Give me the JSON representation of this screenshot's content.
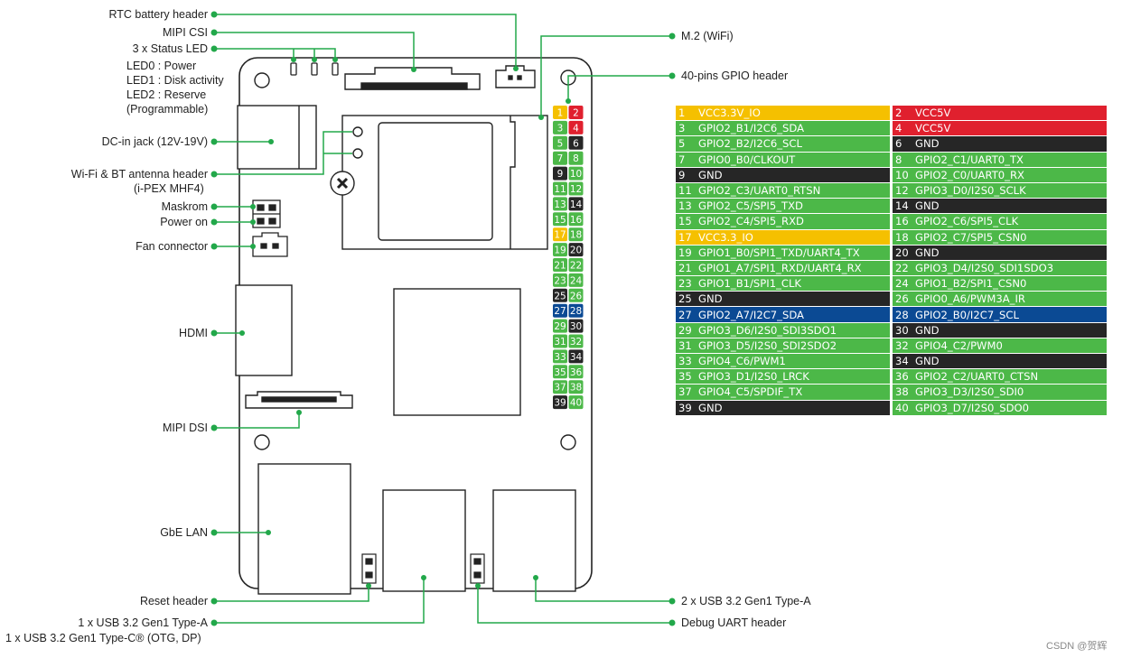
{
  "labels": {
    "rtc": "RTC battery header",
    "mipi_csi": "MIPI CSI",
    "status_led": [
      "3 x Status LED",
      "LED0 : Power",
      "LED1 : Disk activity",
      "LED2 : Reserve",
      "(Programmable)"
    ],
    "dc_in": "DC-in jack (12V-19V)",
    "antenna": [
      "Wi-Fi & BT antenna header",
      "(i-PEX MHF4)"
    ],
    "maskrom": "Maskrom",
    "power_on": "Power on",
    "fan": "Fan connector",
    "hdmi": "HDMI",
    "mipi_dsi": "MIPI DSI",
    "gbe": "GbE LAN",
    "reset": "Reset header",
    "usb_c": [
      "1 x USB 3.2 Gen1 Type-A",
      "1 x USB 3.2 Gen1 Type-C® (OTG, DP)"
    ],
    "m2": "M.2 (WiFi)",
    "gpio_header": "40-pins GPIO header",
    "usb_a2": "2 x USB 3.2 Gen1 Type-A",
    "debug_uart": "Debug UART header"
  },
  "colors": {
    "power33": "#f5c000",
    "power5": "#e0202e",
    "gnd": "#262626",
    "gpio": "#4cb848",
    "i2c7": "#0b4a94",
    "line": "#22a84a"
  },
  "pins": [
    {
      "num": "1",
      "name": "VCC3.3V_IO",
      "type": "power33"
    },
    {
      "num": "2",
      "name": "VCC5V",
      "type": "power5"
    },
    {
      "num": "3",
      "name": "GPIO2_B1/I2C6_SDA",
      "type": "gpio"
    },
    {
      "num": "4",
      "name": "VCC5V",
      "type": "power5"
    },
    {
      "num": "5",
      "name": "GPIO2_B2/I2C6_SCL",
      "type": "gpio"
    },
    {
      "num": "6",
      "name": "GND",
      "type": "gnd"
    },
    {
      "num": "7",
      "name": "GPIO0_B0/CLKOUT",
      "type": "gpio"
    },
    {
      "num": "8",
      "name": "GPIO2_C1/UART0_TX",
      "type": "gpio"
    },
    {
      "num": "9",
      "name": "GND",
      "type": "gnd"
    },
    {
      "num": "10",
      "name": "GPIO2_C0/UART0_RX",
      "type": "gpio"
    },
    {
      "num": "11",
      "name": "GPIO2_C3/UART0_RTSN",
      "type": "gpio"
    },
    {
      "num": "12",
      "name": "GPIO3_D0/I2S0_SCLK",
      "type": "gpio"
    },
    {
      "num": "13",
      "name": "GPIO2_C5/SPI5_TXD",
      "type": "gpio"
    },
    {
      "num": "14",
      "name": "GND",
      "type": "gnd"
    },
    {
      "num": "15",
      "name": "GPIO2_C4/SPI5_RXD",
      "type": "gpio"
    },
    {
      "num": "16",
      "name": "GPIO2_C6/SPI5_CLK",
      "type": "gpio"
    },
    {
      "num": "17",
      "name": "VCC3.3_IO",
      "type": "power33"
    },
    {
      "num": "18",
      "name": "GPIO2_C7/SPI5_CSN0",
      "type": "gpio"
    },
    {
      "num": "19",
      "name": "GPIO1_B0/SPI1_TXD/UART4_TX",
      "type": "gpio"
    },
    {
      "num": "20",
      "name": "GND",
      "type": "gnd"
    },
    {
      "num": "21",
      "name": "GPIO1_A7/SPI1_RXD/UART4_RX",
      "type": "gpio"
    },
    {
      "num": "22",
      "name": "GPIO3_D4/I2S0_SDI1SDO3",
      "type": "gpio"
    },
    {
      "num": "23",
      "name": "GPIO1_B1/SPI1_CLK",
      "type": "gpio"
    },
    {
      "num": "24",
      "name": "GPIO1_B2/SPI1_CSN0",
      "type": "gpio"
    },
    {
      "num": "25",
      "name": "GND",
      "type": "gnd"
    },
    {
      "num": "26",
      "name": "GPIO0_A6/PWM3A_IR",
      "type": "gpio"
    },
    {
      "num": "27",
      "name": "GPIO2_A7/I2C7_SDA",
      "type": "i2c7"
    },
    {
      "num": "28",
      "name": "GPIO2_B0/I2C7_SCL",
      "type": "i2c7"
    },
    {
      "num": "29",
      "name": "GPIO3_D6/I2S0_SDI3SDO1",
      "type": "gpio"
    },
    {
      "num": "30",
      "name": "GND",
      "type": "gnd"
    },
    {
      "num": "31",
      "name": "GPIO3_D5/I2S0_SDI2SDO2",
      "type": "gpio"
    },
    {
      "num": "32",
      "name": "GPIO4_C2/PWM0",
      "type": "gpio"
    },
    {
      "num": "33",
      "name": "GPIO4_C6/PWM1",
      "type": "gpio"
    },
    {
      "num": "34",
      "name": "GND",
      "type": "gnd"
    },
    {
      "num": "35",
      "name": "GPIO3_D1/I2S0_LRCK",
      "type": "gpio"
    },
    {
      "num": "36",
      "name": "GPIO2_C2/UART0_CTSN",
      "type": "gpio"
    },
    {
      "num": "37",
      "name": "GPIO4_C5/SPDIF_TX",
      "type": "gpio"
    },
    {
      "num": "38",
      "name": "GPIO3_D3/I2S0_SDI0",
      "type": "gpio"
    },
    {
      "num": "39",
      "name": "GND",
      "type": "gnd"
    },
    {
      "num": "40",
      "name": "GPIO3_D7/I2S0_SDO0",
      "type": "gpio"
    }
  ],
  "watermark": "CSDN @贺辉"
}
